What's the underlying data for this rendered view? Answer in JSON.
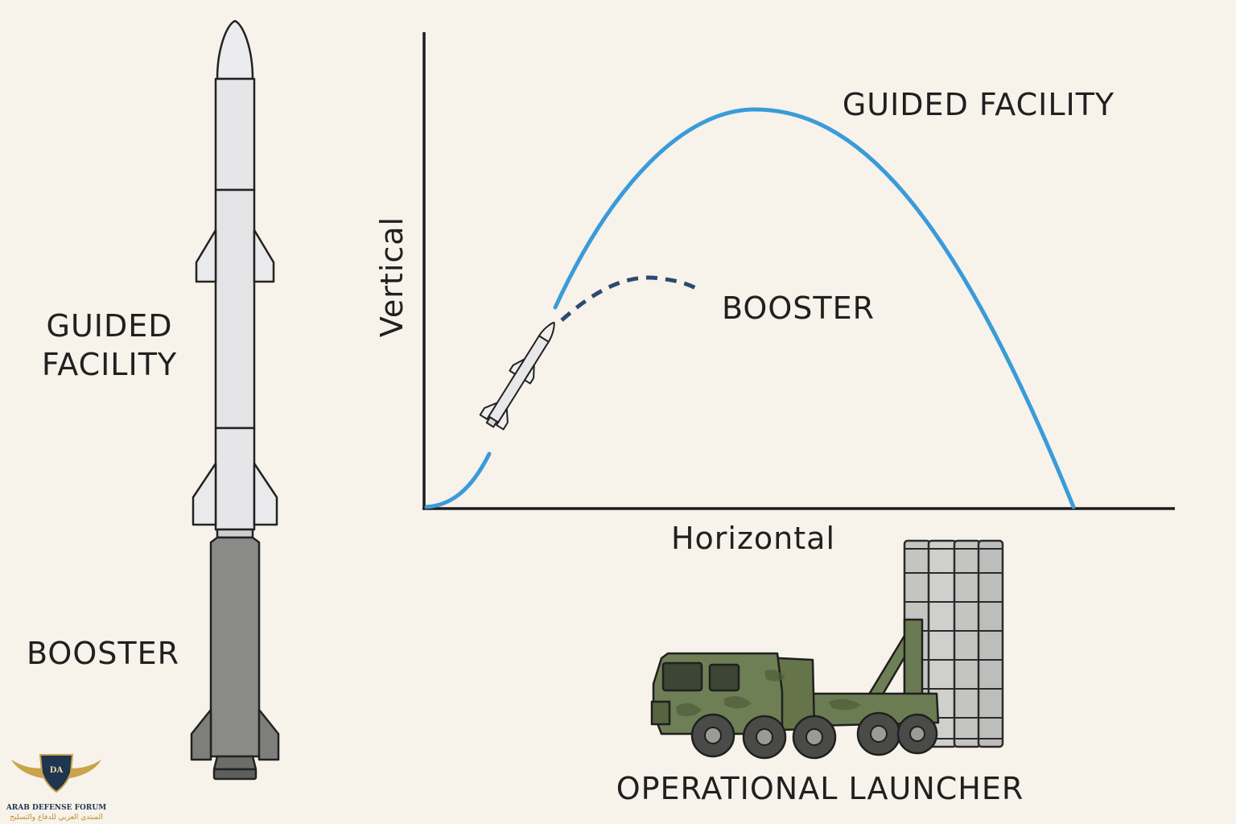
{
  "missile_labels": {
    "guided_line1": "GUIDED",
    "guided_line2": "FACILITY",
    "booster": "BOOSTER"
  },
  "trajectory": {
    "guided_label": "GUIDED FACILITY",
    "booster_label": "BOOSTER",
    "x_axis_label": "Horizontal",
    "y_axis_label": "Vertical",
    "guided_color": "#3a9bd9",
    "booster_color": "#2b4a70"
  },
  "launcher": {
    "label": "OPERATIONAL LAUNCHER",
    "truck_color": "#6e7f55",
    "canister_color": "#c4c4c2"
  },
  "watermark": {
    "monogram": "DA",
    "line1": "ARAB DEFENSE FORUM",
    "line2": "المنتدى العربي للدفاع والتسليح"
  },
  "colors": {
    "background": "#f7f2ea",
    "missile_body": "#e4e4e6",
    "booster_body": "#8a8a88",
    "outline": "#222222"
  }
}
